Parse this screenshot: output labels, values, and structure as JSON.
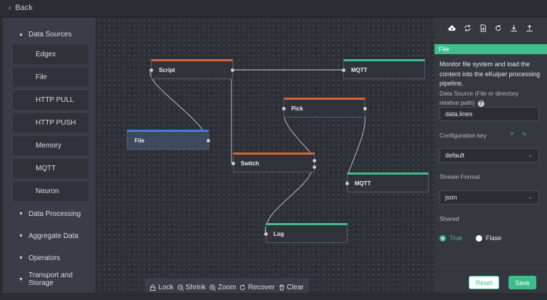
{
  "topbar": {
    "back_label": "Back"
  },
  "sidebar": {
    "categories": {
      "data_sources": "Data Sources",
      "data_processing": "Data Processing",
      "aggregate_data": "Aggregate Data",
      "operators": "Operators",
      "transport_storage": "Transport and Storage"
    },
    "sources": [
      "Edgex",
      "File",
      "HTTP PULL",
      "HTTP PUSH",
      "Memory",
      "MQTT",
      "Neuron"
    ]
  },
  "canvas": {
    "nodes": {
      "script": "Script",
      "mqtt_top": "MQTT",
      "pick": "Pick",
      "file": "File",
      "switch": "Switch",
      "mqtt_right": "MQTT",
      "log": "Log"
    }
  },
  "toolbar": {
    "lock": "Lock",
    "shrink": "Shrink",
    "zoom": "Zoom",
    "recover": "Recover",
    "clear": "Clear"
  },
  "panel": {
    "title": "File",
    "description": "Monitor file system and load the content into the eKuiper processing pipeline.",
    "data_source_label": "Data Source (File or directory relative path)",
    "data_source_value": "data.lines",
    "config_key_label": "Configuration key",
    "config_key_value": "default",
    "stream_format_label": "Stream Format",
    "stream_format_value": "json",
    "shared_label": "Shared",
    "shared_true": "True",
    "shared_false": "Flase",
    "reset_label": "Reset",
    "save_label": "Save"
  },
  "colors": {
    "accent_green": "#3cbf8b",
    "node_orange": "#e2622f",
    "node_blue": "#3a7ee8"
  }
}
